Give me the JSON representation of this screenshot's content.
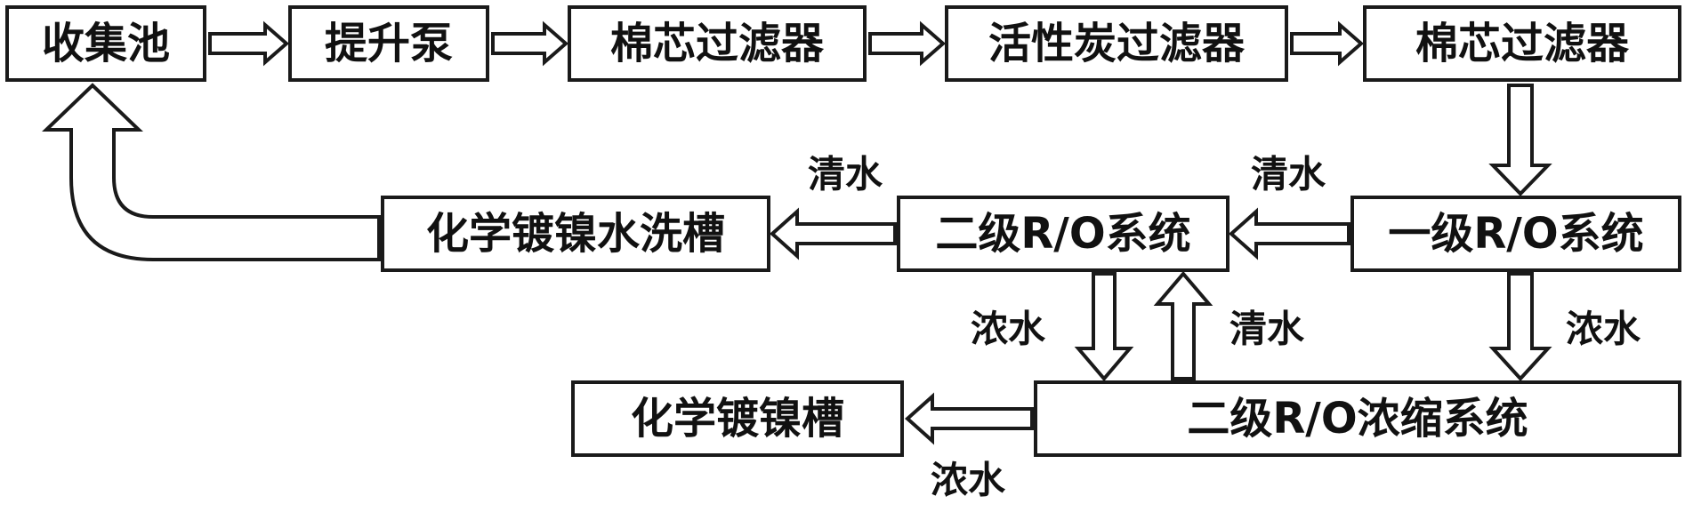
{
  "nodes": {
    "collection_tank": "收集池",
    "lift_pump": "提升泵",
    "cotton_filter_1": "棉芯过滤器",
    "carbon_filter": "活性炭过滤器",
    "cotton_filter_2": "棉芯过滤器",
    "ro_stage1": "一级R/O系统",
    "ro_stage2": "二级R/O系统",
    "rinse_tank": "化学镀镍水洗槽",
    "ro_concentrate": "二级R/O浓缩系统",
    "plating_tank": "化学镀镍槽"
  },
  "flows": {
    "clean_ro1_to_ro2": "清水",
    "clean_ro2_to_rinse": "清水",
    "conc_ro2_down": "浓水",
    "clean_up_to_ro2": "清水",
    "conc_ro1_down": "浓水",
    "conc_to_plating": "浓水"
  },
  "colors": {
    "stroke": "#1a1a1a",
    "fill": "#ffffff",
    "text": "#111111"
  }
}
